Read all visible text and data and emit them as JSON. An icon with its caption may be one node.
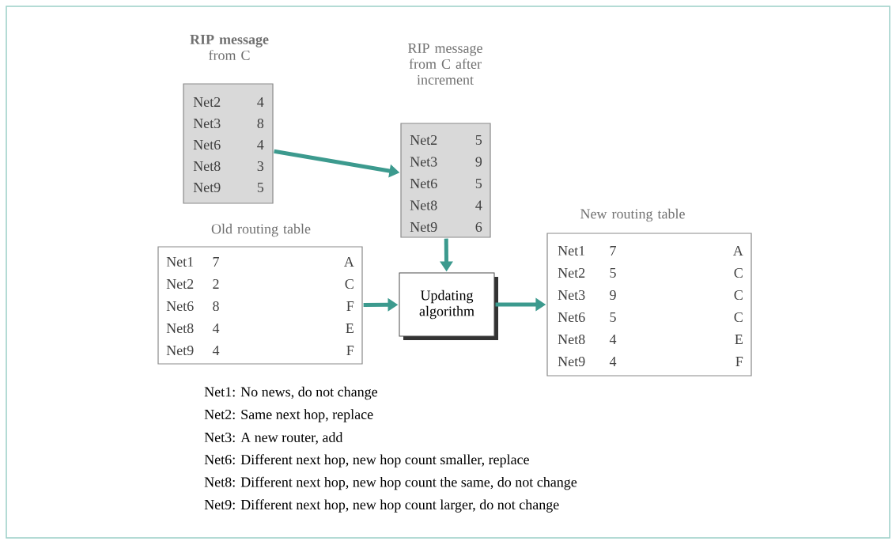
{
  "diagram": {
    "nodes": [
      {
        "text": [
          "**RIP message** from C",
          "Net2",
          "4",
          "Net3",
          "8",
          "Net6",
          "4",
          "Net8",
          "3",
          "Net9",
          "5"
        ]
      },
      {
        "text": [
          "RIP message from C after increment",
          "Net2",
          "5",
          "Net3",
          "9",
          "Net6",
          "5",
          "Net8",
          "4",
          "Net9",
          "6"
        ]
      },
      {
        "text": [
          "Old routing table",
          "Net1",
          "7",
          "A",
          "Net2",
          "2",
          "C",
          "Net6",
          "8",
          "F",
          "Net8",
          "4",
          "E",
          "Net9",
          "4",
          "F"
        ]
      },
      {
        "text": [
          "Updating algorithm"
        ]
      },
      {
        "text": [
          "New routing table",
          "Net1",
          "7",
          "A",
          "Net2",
          "5",
          "C",
          "Net3",
          "9",
          "C",
          "Net6",
          "5",
          "C",
          "Net8",
          "4",
          "E",
          "Net9",
          "4",
          "F"
        ]
      }
    ],
    "edges": [
      {
        "from": 0,
        "to": 1,
        "arrow": "to"
      },
      {
        "from": 1,
        "to": 3,
        "arrow": "to"
      },
      {
        "from": 2,
        "to": 3,
        "arrow": "to"
      },
      {
        "from": 3,
        "to": 4,
        "arrow": "to"
      }
    ],
    "labels": [
      "Net1: No news, do not change",
      "Net2: Same next hop, replace",
      "Net3: A new router, add",
      "Net6: Different next hop, new hop count smaller, replace",
      "Net8: Different next hop, new hop count the same, do not change",
      "Net9: Different next hop, new hop count larger, do not change"
    ]
  }
}
